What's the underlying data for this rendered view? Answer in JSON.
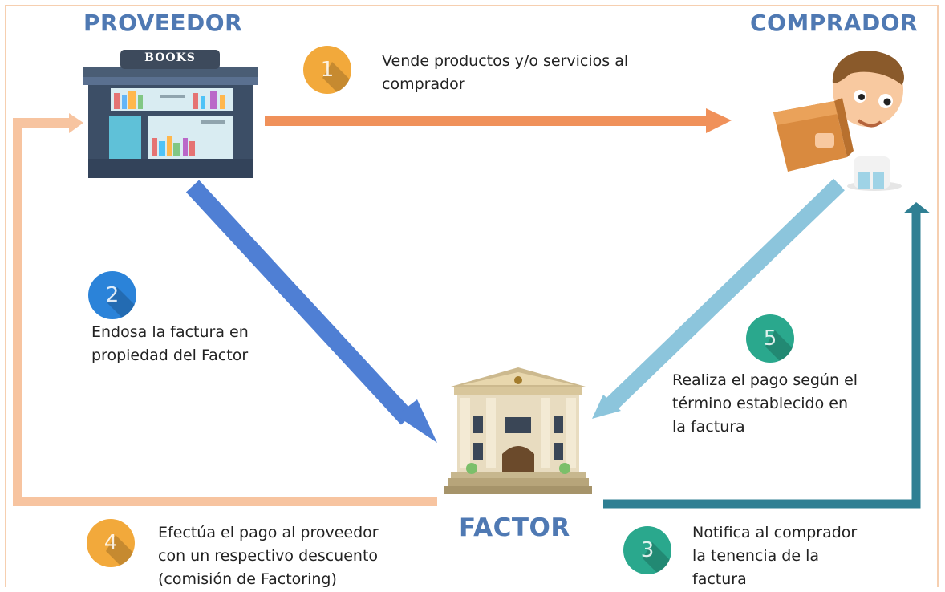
{
  "diagram": {
    "nodes": {
      "proveedor": {
        "label": "PROVEEDOR",
        "sign": "BOOKS"
      },
      "comprador": {
        "label": "COMPRADOR"
      },
      "factor": {
        "label": "FACTOR"
      }
    },
    "steps": [
      {
        "number": "1",
        "lines": [
          "Vende productos y/o servicios al",
          "comprador"
        ]
      },
      {
        "number": "2",
        "lines": [
          "Endosa la factura en",
          "propiedad del Factor"
        ]
      },
      {
        "number": "3",
        "lines": [
          "Notifica al comprador",
          "la tenencia de la",
          "factura"
        ]
      },
      {
        "number": "4",
        "lines": [
          "Efectúa el pago al proveedor",
          "con un respectivo descuento",
          "(comisión de Factoring)"
        ]
      },
      {
        "number": "5",
        "lines": [
          "Realiza el pago según el",
          "término establecido en",
          "la factura"
        ]
      }
    ],
    "colors": {
      "title": "#4f79b3",
      "step1_arrow": "#f0915a",
      "step2_arrow": "#4f7fd4",
      "step3_arrow": "#2f7f93",
      "step4_arrow": "#f7c4a0",
      "step5_arrow": "#8cc5dc",
      "badge_orange": "#f2a93b",
      "badge_blue": "#2b83d9",
      "badge_teal": "#2aa88d"
    }
  }
}
